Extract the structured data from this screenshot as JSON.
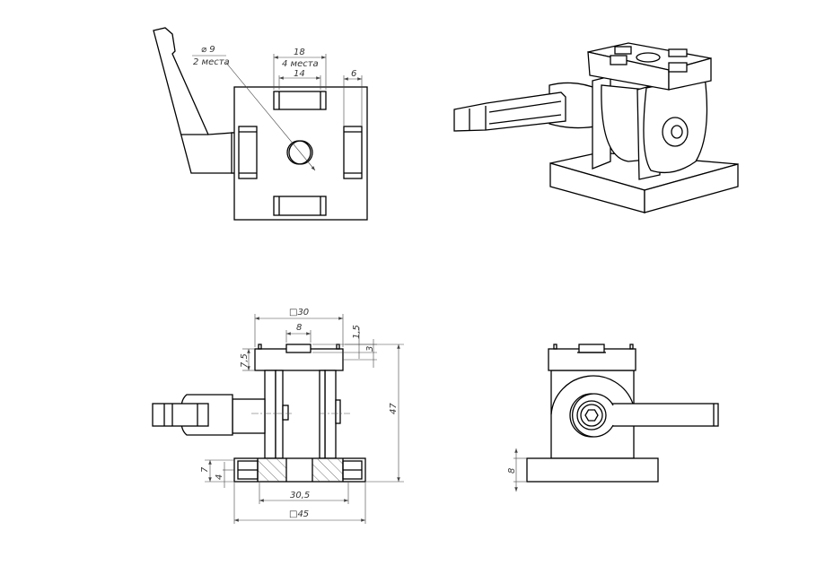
{
  "drawing": {
    "top_view": {
      "hole_diameter": "⌀ 9",
      "hole_count": "2 места",
      "slot_length": "18",
      "slot_count": "4 места",
      "slot_inner": "14",
      "slot_width": "6"
    },
    "front_view": {
      "top_square": "□30",
      "key_width": "8",
      "key_height": "1,5",
      "key_slot": "3",
      "top_thickness": "7,5",
      "total_height": "47",
      "base_height": "7",
      "counterbore_depth": "4",
      "hole_spacing": "30,5",
      "base_square": "□45"
    },
    "side_view": {
      "base_thickness": "8"
    },
    "colors": {
      "line": "#000000",
      "dimension": "#444444"
    }
  }
}
